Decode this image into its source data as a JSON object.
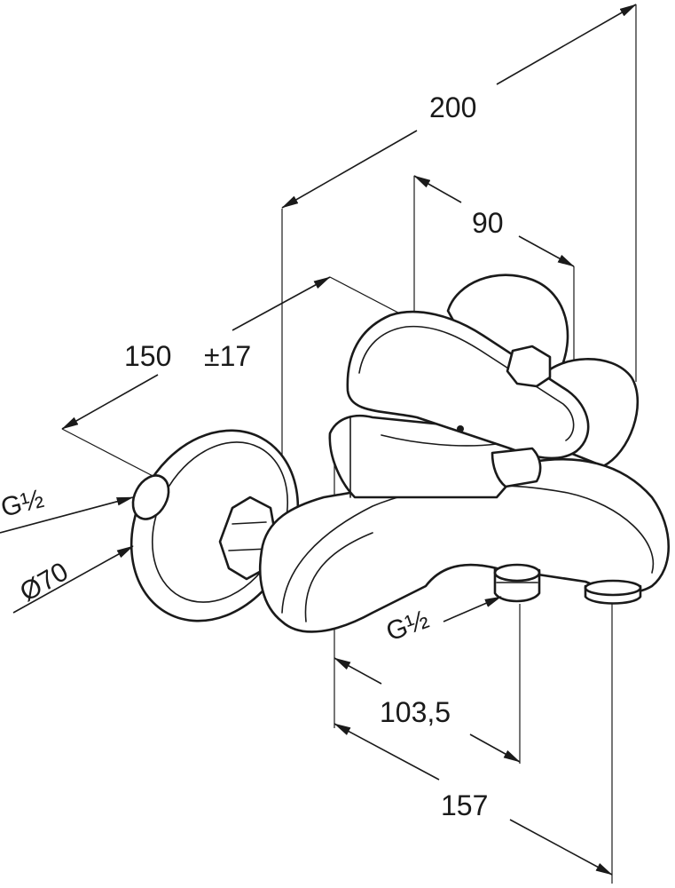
{
  "dimensions": {
    "overall_height": "200",
    "handle_offset": "90",
    "center_distance": "150",
    "center_tolerance": "±17",
    "inlet_thread": "G½",
    "rosette_diameter": "Ø70",
    "outlet_thread": "G½",
    "outlet_projection": "103,5",
    "spout_projection": "157"
  }
}
